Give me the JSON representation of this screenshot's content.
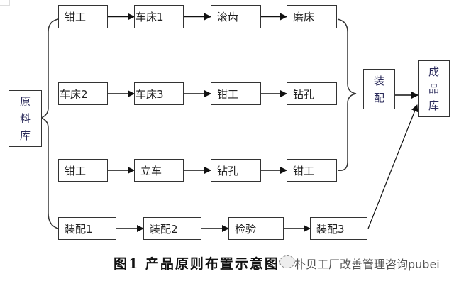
{
  "diagram": {
    "source": {
      "chars": [
        "原",
        "料",
        "库"
      ]
    },
    "rows": [
      {
        "steps": [
          "钳工",
          "车床1",
          "滚齿",
          "磨床"
        ]
      },
      {
        "steps": [
          "车床2",
          "车床3",
          "钳工",
          "钻孔"
        ]
      },
      {
        "steps": [
          "钳工",
          "立车",
          "钻孔",
          "钳工"
        ]
      },
      {
        "steps": [
          "装配1",
          "装配2",
          "检验",
          "装配3"
        ]
      }
    ],
    "assembly": {
      "chars": [
        "装",
        "配"
      ]
    },
    "finished": {
      "chars": [
        "成",
        "品",
        "库"
      ]
    }
  },
  "caption": "图1 产品原则布置示意图",
  "watermark": "朴贝工厂改善管理咨询pubei",
  "colors": {
    "line": "#333333",
    "text": "#222222",
    "vertical_text": "#2a2a5a"
  }
}
